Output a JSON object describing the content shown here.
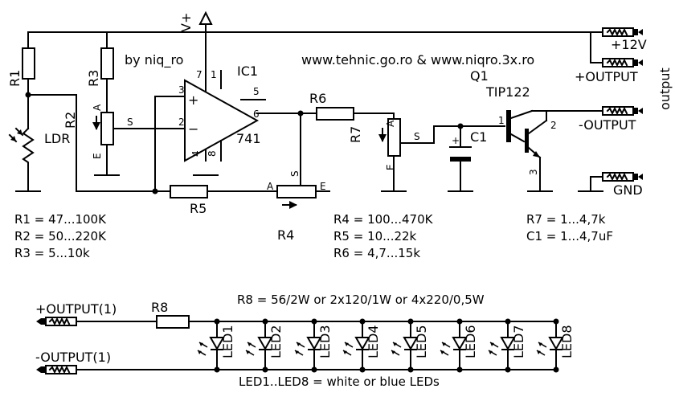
{
  "header": {
    "author": "by niq_ro",
    "websites": "www.tehnic.go.ro & www.niqro.3x.ro"
  },
  "supply": {
    "vplus": "V+"
  },
  "components": {
    "r1": "R1",
    "r2": "R2",
    "r3": "R3",
    "r4": "R4",
    "r5": "R5",
    "r6": "R6",
    "r7": "R7",
    "r8": "R8",
    "ic1": "IC1",
    "ic_type": "741",
    "q1": "Q1",
    "q1_type": "TIP122",
    "c1": "C1",
    "ldr": "LDR"
  },
  "ic_pins": {
    "p7": "7",
    "p1": "1",
    "p5": "5",
    "p3": "3",
    "p2": "2",
    "p6": "6",
    "p4": "4",
    "p8": "8"
  },
  "ic_signs": {
    "plus": "+",
    "minus": "−"
  },
  "transistor_pins": {
    "p1": "1",
    "p2": "2",
    "p3": "3"
  },
  "pot_pins": {
    "a": "A",
    "s": "S",
    "e": "E"
  },
  "pot_dir": {
    "s": "S",
    "e": "E"
  },
  "cap_sign": "+",
  "terminals": {
    "v12": "+12V",
    "out_plus": "+OUTPUT",
    "out_minus": "-OUTPUT",
    "gnd": "GND",
    "output_vertical": "output",
    "out_plus_1": "+OUTPUT(1)",
    "out_minus_1": "-OUTPUT(1)"
  },
  "values": {
    "r1": "R1 = 47...100K",
    "r2": "R2 = 50...220K",
    "r3": "R3 = 5...10k",
    "r4": "R4 = 100...470K",
    "r5": "R5 = 10...22k",
    "r6": "R6 = 4,7...15k",
    "r7": "R7 = 1...4,7k",
    "c1": "C1 = 1...4,7uF",
    "r8": "R8 = 56/2W or 2x120/1W or 4x220/0,5W",
    "leds": "LED1..LED8 = white or blue LEDs"
  },
  "leds": [
    "LED1",
    "LED2",
    "LED3",
    "LED4",
    "LED5",
    "LED6",
    "LED7",
    "LED8"
  ]
}
